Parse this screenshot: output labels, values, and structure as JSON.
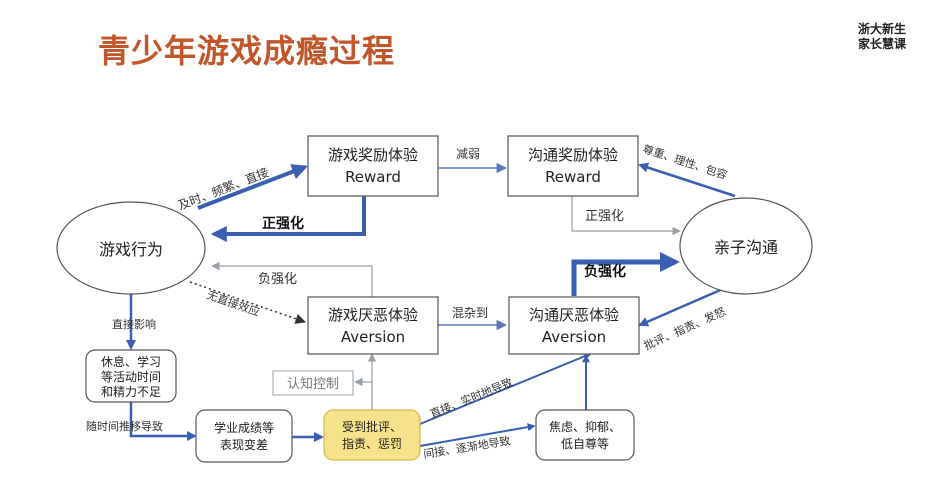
{
  "title": "青少年游戏成瘾过程",
  "logo": {
    "line1": "浙大新生",
    "line2": "家长慧课"
  },
  "colors": {
    "title": "#c0562a",
    "strong_arrow": "#3a5fb0",
    "thin_arrow": "#5b79b8",
    "highlight_fill": "#f6e28a"
  },
  "nodes": {
    "game_behavior": "游戏行为",
    "parent_comm": "亲子沟通",
    "game_reward": {
      "line1": "游戏奖励体验",
      "line2": "Reward"
    },
    "comm_reward": {
      "line1": "沟通奖励体验",
      "line2": "Reward"
    },
    "game_aversion": {
      "line1": "游戏厌恶体验",
      "line2": "Aversion"
    },
    "comm_aversion": {
      "line1": "沟通厌恶体验",
      "line2": "Aversion"
    },
    "rest": {
      "line1": "休息、学习",
      "line2": "等活动时间",
      "line3": "和精力不足"
    },
    "academic": {
      "line1": "学业成绩等",
      "line2": "表现变差"
    },
    "criticized": {
      "line1": "受到批评、",
      "line2": "指责、惩罚"
    },
    "anxiety": {
      "line1": "焦虑、抑郁、",
      "line2": "低自尊等"
    },
    "cognitive": "认知控制"
  },
  "edge_labels": {
    "timely": "及时、频繁、直接",
    "weaken": "减弱",
    "positive1": "正强化",
    "positive2": "正强化",
    "negative1": "负强化",
    "negative2": "负强化",
    "no_direct": "无直接效应",
    "mixed": "混杂到",
    "respect": "尊重、理性、包容",
    "criticize": "批评、指责、发怒",
    "direct_influence": "直接影响",
    "over_time": "随时间推移导致",
    "direct_realtime": "直接、实时地导致",
    "indirect": "间接、逐渐地导致"
  }
}
